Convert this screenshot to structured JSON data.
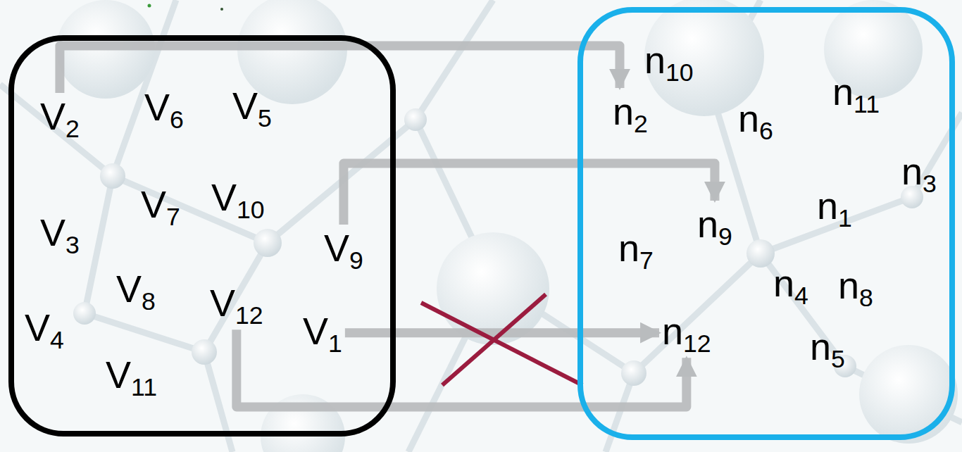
{
  "diagram": {
    "nodes": [
      {
        "text": []
      },
      {
        "text": [
          "V2"
        ],
        "in": 0
      },
      {
        "text": [
          "V6"
        ],
        "in": 0
      },
      {
        "text": [
          "V5"
        ],
        "in": 0
      },
      {
        "text": [
          "V7"
        ],
        "in": 0
      },
      {
        "text": [
          "V10"
        ],
        "in": 0
      },
      {
        "text": [
          "V3"
        ],
        "in": 0
      },
      {
        "text": [
          "V9"
        ],
        "in": 0
      },
      {
        "text": [
          "V8"
        ],
        "in": 0
      },
      {
        "text": [
          "V12"
        ],
        "in": 0
      },
      {
        "text": [
          "V4"
        ],
        "in": 0
      },
      {
        "text": [
          "V1"
        ],
        "in": 0
      },
      {
        "text": [
          "V11"
        ],
        "in": 0
      },
      {
        "text": []
      },
      {
        "text": [
          "n10"
        ],
        "in": 13
      },
      {
        "text": [
          "n11"
        ],
        "in": 13
      },
      {
        "text": [
          "n2"
        ],
        "in": 13
      },
      {
        "text": [
          "n6"
        ],
        "in": 13
      },
      {
        "text": [
          "n3"
        ],
        "in": 13
      },
      {
        "text": [
          "n1"
        ],
        "in": 13
      },
      {
        "text": [
          "n9"
        ],
        "in": 13
      },
      {
        "text": [
          "n7"
        ],
        "in": 13
      },
      {
        "text": [
          "n4"
        ],
        "in": 13
      },
      {
        "text": [
          "n8"
        ],
        "in": 13
      },
      {
        "text": [
          "n12"
        ],
        "in": 13
      },
      {
        "text": [
          "n5"
        ],
        "in": 13
      }
    ],
    "edges": [
      {
        "from": 1,
        "to": 16,
        "arrow": "to"
      },
      {
        "from": 7,
        "to": 20,
        "arrow": "to"
      },
      {
        "from": 11,
        "to": 24,
        "arrow": "to"
      },
      {
        "from": 9,
        "to": 24,
        "arrow": "to"
      }
    ]
  }
}
